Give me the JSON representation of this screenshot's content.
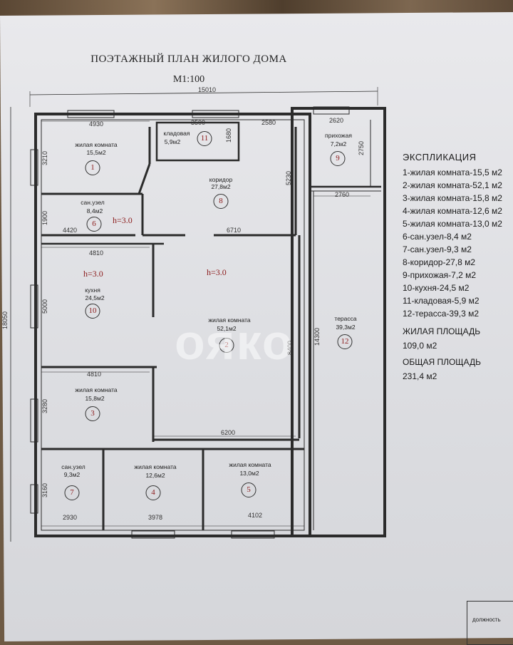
{
  "title": "ПОЭТАЖНЫЙ ПЛАН  ЖИЛОГО ДОМА",
  "scale": "М1:100",
  "dimensions": {
    "total_width": "15010",
    "total_height": "18050",
    "d4930": "4930",
    "d3500": "3500",
    "d2580": "2580",
    "d2620": "2620",
    "d2760": "2760",
    "d6710": "6710",
    "d4420": "4420",
    "d4810a": "4810",
    "d4810b": "4810",
    "d6200": "6200",
    "d2930": "2930",
    "d3978": "3978",
    "d4102": "4102",
    "d3210": "3210",
    "d1680": "1680",
    "d5230": "5230",
    "d2750": "2750",
    "d1900": "1900",
    "d5000": "5000",
    "d8400": "8400",
    "d14300": "14300",
    "d3280": "3280",
    "d3160": "3160"
  },
  "rooms": [
    {
      "name": "жилая комната",
      "area": "15,5м2",
      "num": "1"
    },
    {
      "name": "кладовая",
      "area": "5,9м2",
      "num": "11"
    },
    {
      "name": "коридор",
      "area": "27,8м2",
      "num": "8"
    },
    {
      "name": "прихожая",
      "area": "7,2м2",
      "num": "9"
    },
    {
      "name": "сан.узел",
      "area": "8,4м2",
      "num": "6"
    },
    {
      "name": "кухня",
      "area": "24,5м2",
      "num": "10"
    },
    {
      "name": "жилая комната",
      "area": "52,1м2",
      "num": "2"
    },
    {
      "name": "терасса",
      "area": "39,3м2",
      "num": "12"
    },
    {
      "name": "жилая комната",
      "area": "15,8м2",
      "num": "3"
    },
    {
      "name": "сан.узел",
      "area": "9,3м2",
      "num": "7"
    },
    {
      "name": "жилая комната",
      "area": "12,6м2",
      "num": "4"
    },
    {
      "name": "жилая комната",
      "area": "13,0м2",
      "num": "5"
    }
  ],
  "heights": [
    "h=3.0",
    "h=3.0",
    "h=3.0"
  ],
  "explication": {
    "title": "ЭКСПЛИКАЦИЯ",
    "items": [
      "1-жилая комната-15,5 м2",
      "2-жилая комната-52,1 м2",
      "3-жилая комната-15,8 м2",
      "4-жилая комната-12,6 м2",
      "5-жилая комната-13,0 м2",
      "6-сан.узел-8,4 м2",
      "7-сан.узел-9,3 м2",
      "8-коридор-27,8 м2",
      "9-прихожая-7,2 м2",
      "10-кухня-24,5 м2",
      "11-кладовая-5,9 м2",
      "12-терасса-39,3 м2"
    ],
    "living_label": "ЖИЛАЯ ПЛОЩАДЬ",
    "living_value": "109,0 м2",
    "total_label": "ОБЩАЯ ПЛОЩАДЬ",
    "total_value": "231,4 м2"
  },
  "stamp": {
    "label": "должность"
  },
  "watermark": "ояко",
  "colors": {
    "walls": "#2b2b2b",
    "room_numbers": "#8b1a1a",
    "paper": "#e3e4e8"
  }
}
